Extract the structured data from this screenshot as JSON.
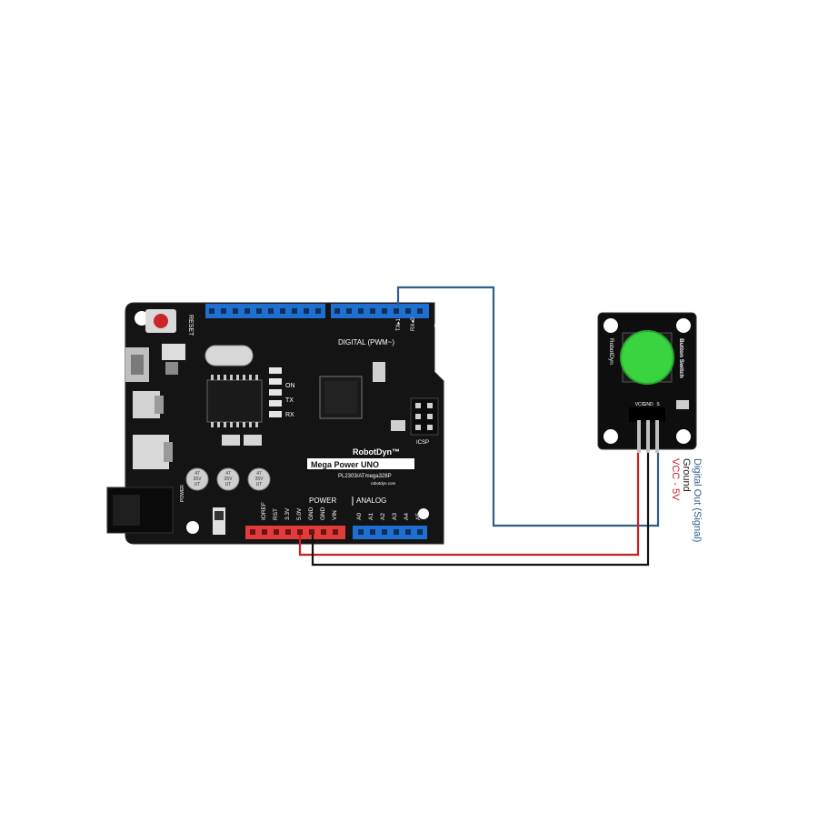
{
  "board": {
    "reset_label": "RESET",
    "digital_label": "DIGITAL (PWM~)",
    "tx_label": "TX",
    "rx_label": "RX",
    "tx1_label": "TX▸1",
    "rx0_label": "RX◂0",
    "on_label": "ON",
    "icsp_label": "ICSP",
    "brand": "RobotDyn™",
    "model": "Mega Power UNO",
    "chip": "PL2303/ATmega328P",
    "site": "robotdyn.com",
    "power_label": "POWER",
    "analog_label": "ANALOG",
    "power_pins": [
      "IOREF",
      "RST",
      "3.3V",
      "5.0V",
      "GND",
      "GND",
      "VIN"
    ],
    "analog_pins": [
      "A0",
      "A1",
      "A2",
      "A3",
      "A4",
      "A5"
    ],
    "capacitor_text": [
      "47",
      "35V",
      "UT"
    ],
    "side_power_label": "POWER"
  },
  "module": {
    "title": "Button Switch",
    "brand": "RobotDyn",
    "pin_labels": [
      "VCC",
      "GND",
      "S"
    ]
  },
  "wire_labels": {
    "signal": "Digital Out (Signal)",
    "ground": "Ground",
    "vcc": "VCC - 5V"
  },
  "colors": {
    "signal_wire": "#2f5f8a",
    "vcc_wire": "#cc1f1f",
    "ground_wire": "#111111",
    "header_blue": "#1f6fd1",
    "header_red": "#e23b3b",
    "button_green": "#39d43f"
  }
}
